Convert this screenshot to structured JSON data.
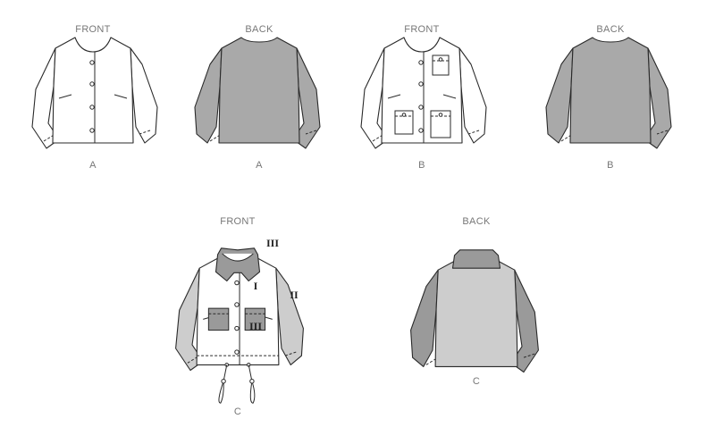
{
  "colors": {
    "line": "#2a2a2a",
    "white": "#ffffff",
    "light_gray": "#cdcdcd",
    "mid_gray": "#a9a9a9",
    "dark_gray": "#9a9a9a"
  },
  "views": [
    {
      "id": "a-front",
      "title": "FRONT",
      "view": "A"
    },
    {
      "id": "a-back",
      "title": "BACK",
      "view": "A"
    },
    {
      "id": "b-front",
      "title": "FRONT",
      "view": "B"
    },
    {
      "id": "b-back",
      "title": "BACK",
      "view": "B"
    },
    {
      "id": "c-front",
      "title": "FRONT",
      "view": "C"
    },
    {
      "id": "c-back",
      "title": "BACK",
      "view": "C"
    }
  ],
  "c_front_callouts": {
    "body": "I",
    "sleeve": "II",
    "collar": "III",
    "pocket": "III"
  }
}
